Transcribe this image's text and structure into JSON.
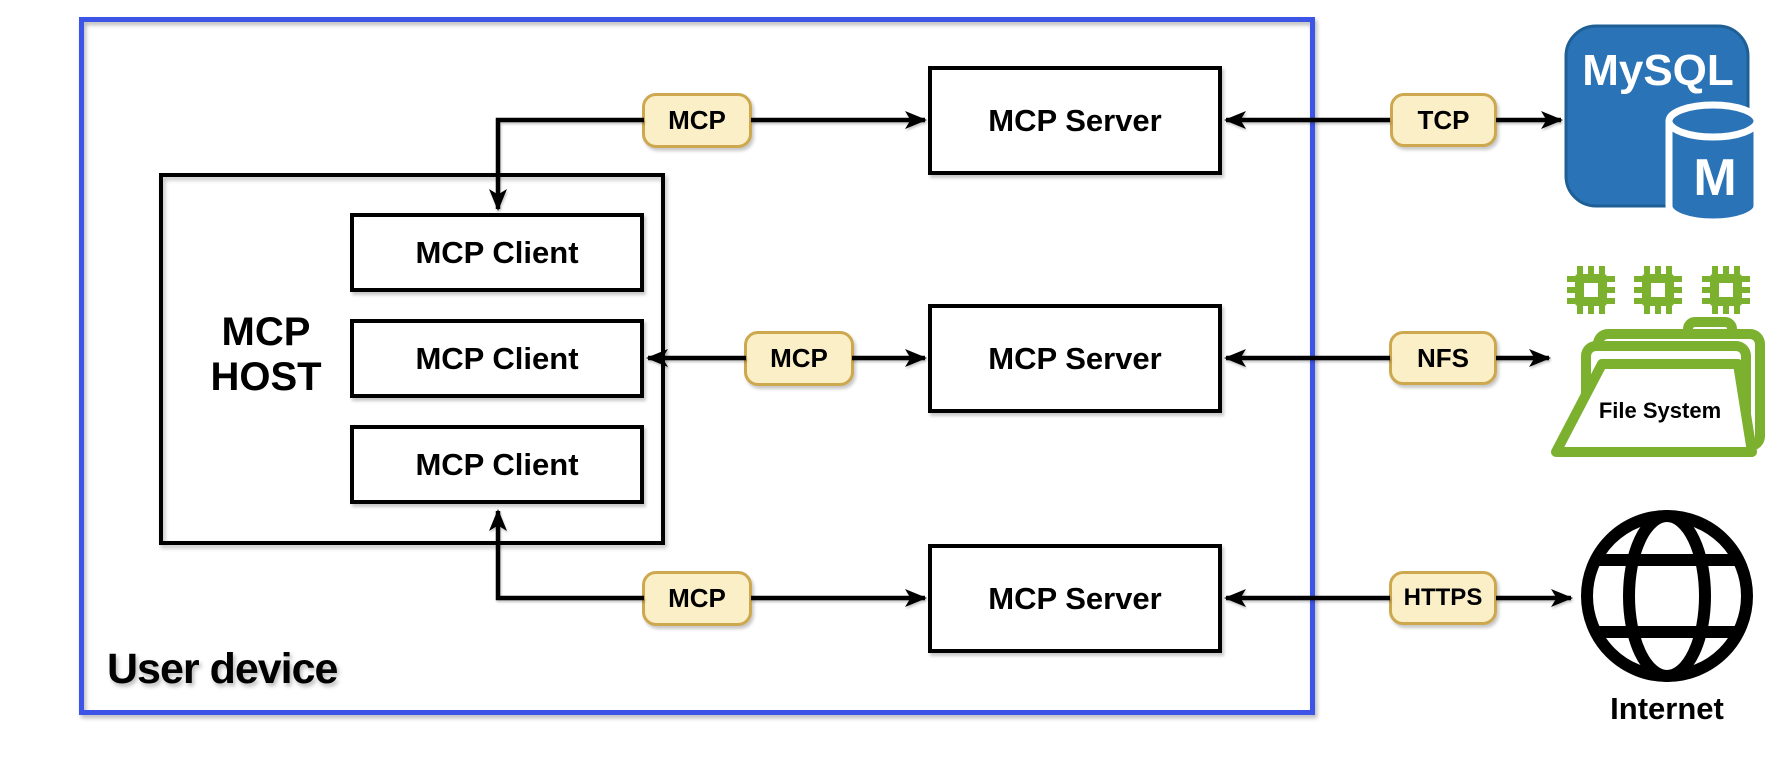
{
  "user_device": {
    "label": "User device"
  },
  "mcp_host": {
    "lines": [
      "MCP",
      "HOST"
    ]
  },
  "clients": [
    {
      "label": "MCP Client"
    },
    {
      "label": "MCP Client"
    },
    {
      "label": "MCP Client"
    }
  ],
  "servers": [
    {
      "label": "MCP Server"
    },
    {
      "label": "MCP Server"
    },
    {
      "label": "MCP Server"
    }
  ],
  "mcp_pills": [
    {
      "label": "MCP"
    },
    {
      "label": "MCP"
    },
    {
      "label": "MCP"
    }
  ],
  "protocol_pills": [
    {
      "label": "TCP"
    },
    {
      "label": "NFS"
    },
    {
      "label": "HTTPS"
    }
  ],
  "endpoints": {
    "mysql": {
      "label": "MySQL",
      "monogram": "M"
    },
    "file_system": {
      "label": "File System"
    },
    "internet": {
      "label": "Internet"
    }
  },
  "colors": {
    "device_border_blue": "#3d55e6",
    "pill_fill": "#fbefc8",
    "pill_border": "#cda84f",
    "mysql_blue": "#2a73b6",
    "mysql_dark_blue": "#1d5c91",
    "filesystem_green": "#7cb02f",
    "line_black": "#000000"
  }
}
